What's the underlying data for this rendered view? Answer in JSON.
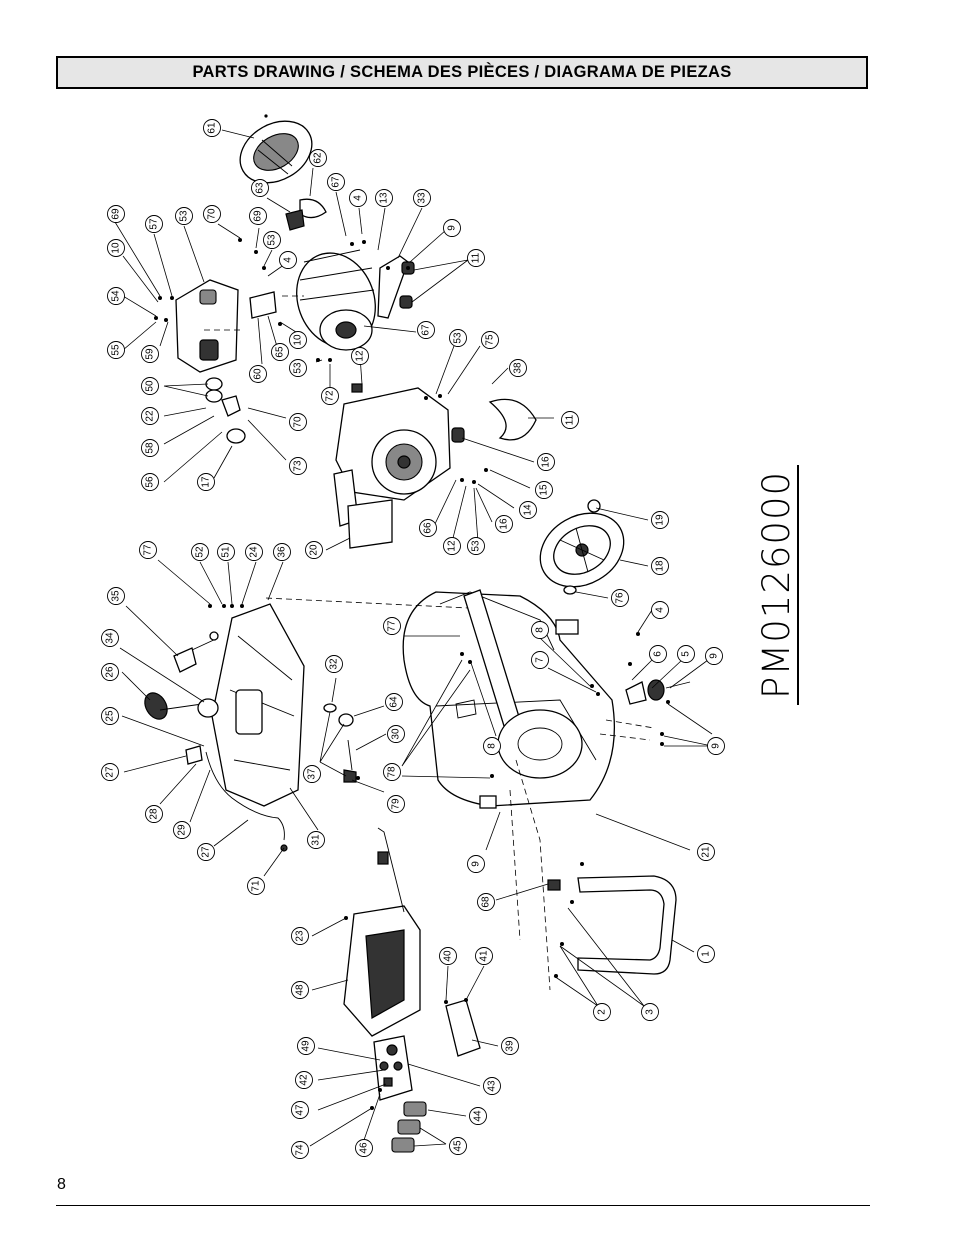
{
  "header": {
    "title": "PARTS DRAWING / SCHEMA DES PIÈCES / DIAGRAMA DE PIEZAS"
  },
  "model_number": "PM0126000",
  "page_number": "8",
  "callouts": [
    "61",
    "62",
    "63",
    "67",
    "4",
    "13",
    "33",
    "9",
    "11",
    "70",
    "69",
    "53",
    "4",
    "57",
    "53",
    "69",
    "10",
    "54",
    "55",
    "59",
    "10",
    "65",
    "60",
    "67",
    "53",
    "72",
    "12",
    "53",
    "75",
    "38",
    "50",
    "22",
    "58",
    "56",
    "17",
    "70",
    "73",
    "11",
    "16",
    "15",
    "14",
    "16",
    "53",
    "12",
    "66",
    "20",
    "19",
    "18",
    "76",
    "77",
    "52",
    "51",
    "24",
    "36",
    "35",
    "34",
    "26",
    "25",
    "27",
    "28",
    "29",
    "27",
    "71",
    "31",
    "32",
    "64",
    "30",
    "37",
    "79",
    "77",
    "78",
    "8",
    "9",
    "4",
    "8",
    "7",
    "6",
    "5",
    "9",
    "9",
    "21",
    "68",
    "1",
    "3",
    "2",
    "23",
    "48",
    "40",
    "41",
    "39",
    "49",
    "42",
    "47",
    "74",
    "46",
    "43",
    "44",
    "45"
  ]
}
